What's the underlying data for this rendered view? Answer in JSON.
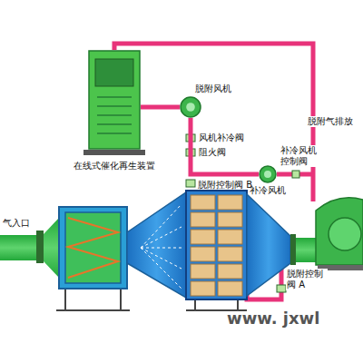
{
  "diagram": {
    "nodes": [
      {
        "text": [
          "在线式催化再生装置"
        ]
      },
      {
        "text": [
          "脱附风机"
        ]
      },
      {
        "text": [
          "补冷风机"
        ]
      },
      {
        "text": [
          "气入口"
        ]
      }
    ],
    "edges": [
      {
        "from": 0,
        "to": 1,
        "arrow": "none"
      },
      {
        "from": 2,
        "to": 1,
        "arrow": "none"
      }
    ],
    "labels": [
      "风机补冷阀",
      "阻火阀",
      "脱附控制阀 B",
      "补冷风机控制阀",
      "脱附气排放",
      "脱附控制阀 A",
      "www. jxwl"
    ]
  }
}
